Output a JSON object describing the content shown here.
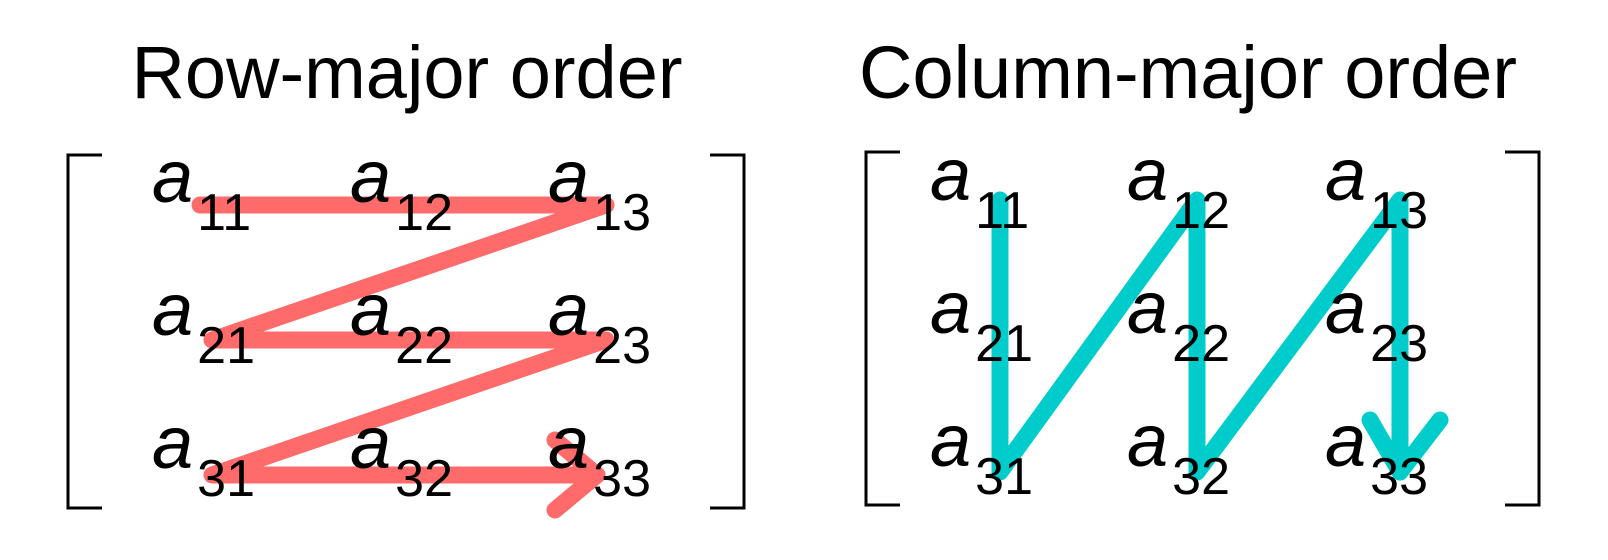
{
  "colors": {
    "row_major": "#ff6b6b",
    "column_major": "#00cccc",
    "text": "#000000"
  },
  "panels": [
    {
      "id": "row-major",
      "title": "Row-major order",
      "traversal": "row-major",
      "rows": [
        [
          {
            "base": "a",
            "sub": "11"
          },
          {
            "base": "a",
            "sub": "12"
          },
          {
            "base": "a",
            "sub": "13"
          }
        ],
        [
          {
            "base": "a",
            "sub": "21"
          },
          {
            "base": "a",
            "sub": "22"
          },
          {
            "base": "a",
            "sub": "23"
          }
        ],
        [
          {
            "base": "a",
            "sub": "31"
          },
          {
            "base": "a",
            "sub": "32"
          },
          {
            "base": "a",
            "sub": "33"
          }
        ]
      ]
    },
    {
      "id": "column-major",
      "title": "Column-major order",
      "traversal": "column-major",
      "rows": [
        [
          {
            "base": "a",
            "sub": "11"
          },
          {
            "base": "a",
            "sub": "12"
          },
          {
            "base": "a",
            "sub": "13"
          }
        ],
        [
          {
            "base": "a",
            "sub": "21"
          },
          {
            "base": "a",
            "sub": "22"
          },
          {
            "base": "a",
            "sub": "23"
          }
        ],
        [
          {
            "base": "a",
            "sub": "31"
          },
          {
            "base": "a",
            "sub": "32"
          },
          {
            "base": "a",
            "sub": "33"
          }
        ]
      ]
    }
  ]
}
